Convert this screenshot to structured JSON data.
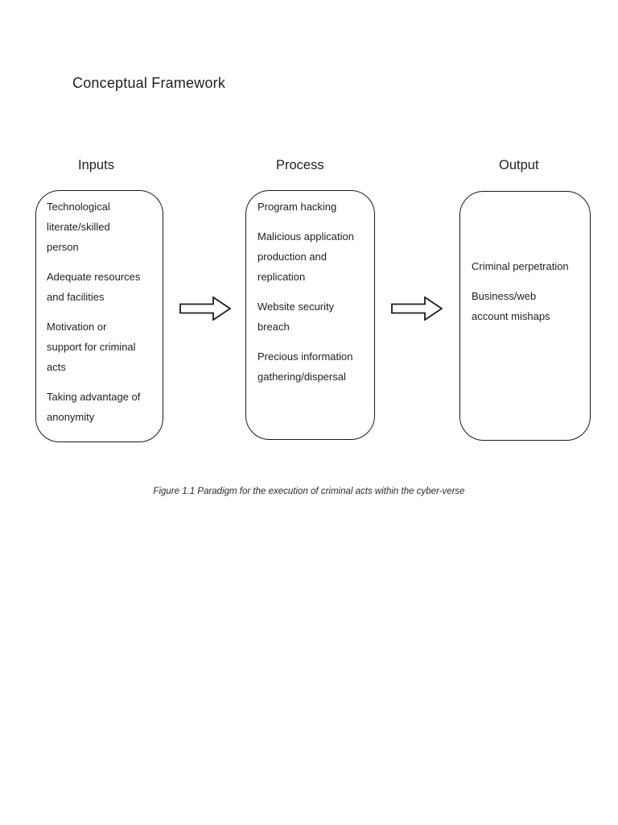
{
  "page": {
    "title": "Conceptual Framework",
    "caption": "Figure 1.1 Paradigm for the execution of criminal acts within the cyber-verse",
    "background_color": "#ffffff",
    "text_color": "#1f1f1f",
    "border_color": "#1b1b1b"
  },
  "diagram": {
    "columns": [
      {
        "header": "Inputs",
        "items": [
          "Technological\nliterate/skilled\nperson",
          "Adequate resources\nand facilities",
          "Motivation or\nsupport for criminal\nacts",
          "Taking advantage of\nanonymity"
        ]
      },
      {
        "header": "Process",
        "items": [
          "Program hacking",
          "Malicious application\nproduction and\nreplication",
          "Website security\nbreach",
          "Precious information\ngathering/dispersal"
        ]
      },
      {
        "header": "Output",
        "items": [
          "Criminal perpetration",
          "Business/web\naccount mishaps"
        ]
      }
    ]
  }
}
